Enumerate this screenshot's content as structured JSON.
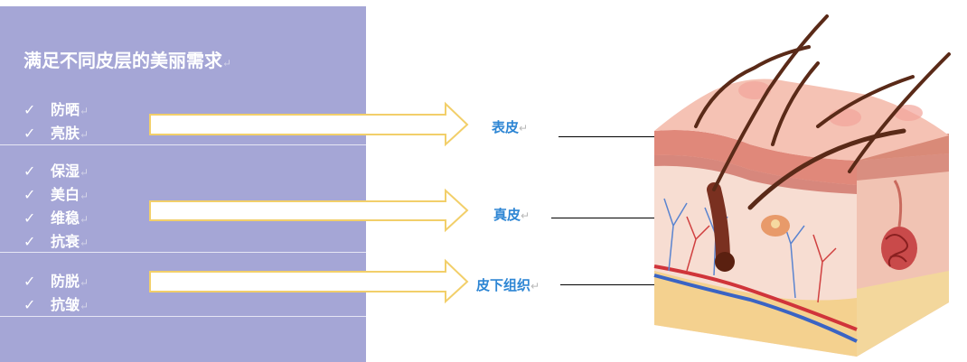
{
  "panel": {
    "title": "满足不同皮层的美丽需求",
    "return_mark": "↵",
    "check_glyph": "✓",
    "groups": [
      {
        "items": [
          "防晒",
          "亮肤"
        ]
      },
      {
        "items": [
          "保湿",
          "美白",
          "维稳",
          "抗衰"
        ]
      },
      {
        "items": [
          "防脱",
          "抗皱"
        ]
      }
    ]
  },
  "layers": [
    {
      "label": "表皮"
    },
    {
      "label": "真皮"
    },
    {
      "label": "皮下组织"
    }
  ],
  "colors": {
    "panel_bg": "#a5a6d6",
    "arrow_border": "#f2cf6a",
    "label_blue": "#2e86d4"
  }
}
